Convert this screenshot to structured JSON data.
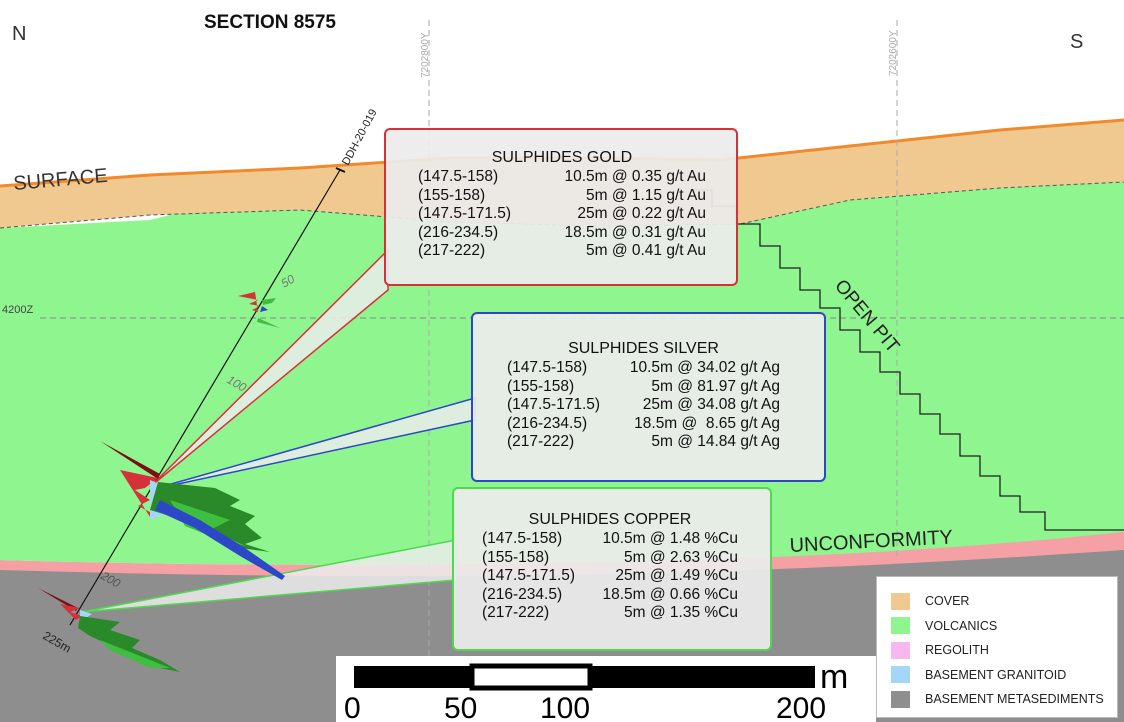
{
  "section_title": "SECTION 8575",
  "north_label": "N",
  "south_label": "S",
  "grid_labels": {
    "y_7202800": "7202800Y",
    "y_7202600": "7202600Y",
    "z_4200": "4200Z"
  },
  "hole_id": "DDH-20-019",
  "depth_labels": {
    "d50": "50",
    "d100": "100",
    "d200": "200",
    "d225": "225m"
  },
  "surface_label": "SURFACE",
  "open_pit_label": "OPEN PIT",
  "unconformity_label": "UNCONFORMITY",
  "callouts": {
    "gold": {
      "title": "SULPHIDES GOLD",
      "rows": [
        {
          "range": "(147.5-158)",
          "value": "10.5m @ 0.35 g/t Au"
        },
        {
          "range": "(155-158)",
          "value": "5m @ 1.15 g/t Au"
        },
        {
          "range": "(147.5-171.5)",
          "value": "25m @ 0.22 g/t Au"
        },
        {
          "range": "(216-234.5)",
          "value": "18.5m @ 0.31 g/t Au"
        },
        {
          "range": "(217-222)",
          "value": "5m @ 0.41 g/t Au"
        }
      ]
    },
    "silver": {
      "title": "SULPHIDES SILVER",
      "rows": [
        {
          "range": "(147.5-158)",
          "value": "10.5m @ 34.02 g/t Ag"
        },
        {
          "range": "(155-158)",
          "value": "5m @ 81.97 g/t Ag"
        },
        {
          "range": "(147.5-171.5)",
          "value": "25m @ 34.08 g/t Ag"
        },
        {
          "range": "(216-234.5)",
          "value": "18.5m @  8.65 g/t Ag"
        },
        {
          "range": "(217-222)",
          "value": "5m @ 14.84 g/t Ag"
        }
      ]
    },
    "copper": {
      "title": "SULPHIDES COPPER",
      "rows": [
        {
          "range": "(147.5-158)",
          "value": "10.5m @ 1.48 %Cu"
        },
        {
          "range": "(155-158)",
          "value": "5m @ 2.63 %Cu"
        },
        {
          "range": "(147.5-171.5)",
          "value": "25m @ 1.49 %Cu"
        },
        {
          "range": "(216-234.5)",
          "value": "18.5m @ 0.66 %Cu"
        },
        {
          "range": "(217-222)",
          "value": "5m @ 1.35 %Cu"
        }
      ]
    }
  },
  "legend": [
    {
      "label": "COVER",
      "color": "#f0c990"
    },
    {
      "label": "VOLCANICS",
      "color": "#8ff58f"
    },
    {
      "label": "REGOLITH",
      "color": "#f7b8f2"
    },
    {
      "label": "BASEMENT GRANITOID",
      "color": "#a4d7f5"
    },
    {
      "label": "BASEMENT METASEDIMENTS",
      "color": "#8e8e8e"
    }
  ],
  "scale": {
    "unit": "m",
    "ticks": [
      "0",
      "50",
      "100",
      "200"
    ]
  },
  "colors": {
    "cover": "#f0c990",
    "volcanics": "#8ff58f",
    "regolith": "#f7b8f2",
    "granitoid": "#a4d7f5",
    "metasediments": "#8e8e8e",
    "surface_line": "#f08a2c",
    "gold": "#d6313a",
    "silver": "#2c47c8",
    "copper": "#3fbf3f"
  }
}
